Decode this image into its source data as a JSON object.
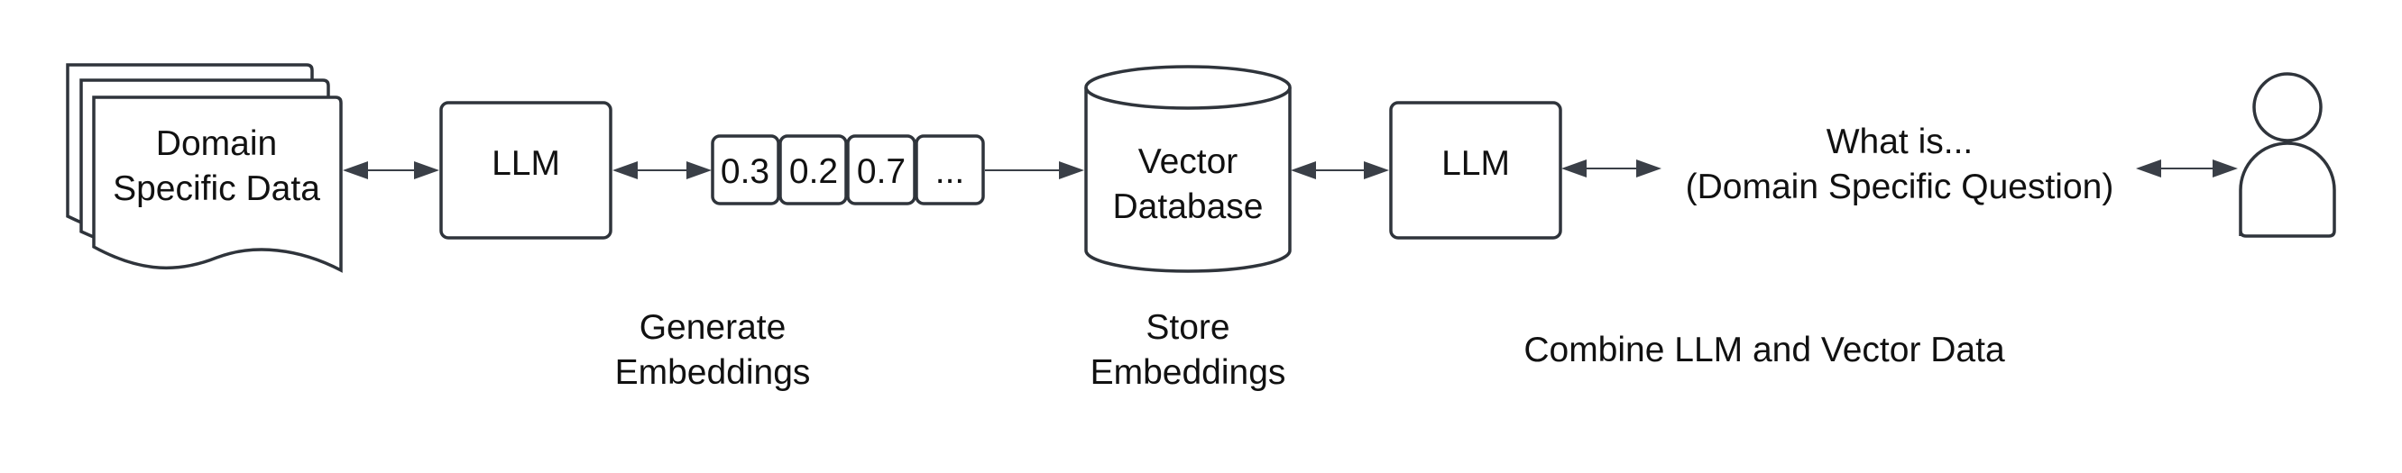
{
  "diagram": {
    "nodes": {
      "docs": {
        "label_lines": [
          "Domain",
          "Specific Data"
        ]
      },
      "llm_1": {
        "label": "LLM"
      },
      "embedding_cells": [
        "0.3",
        "0.2",
        "0.7",
        "..."
      ],
      "vector_db": {
        "label_lines": [
          "Vector",
          "Database"
        ]
      },
      "llm_2": {
        "label": "LLM"
      },
      "question": {
        "label_lines": [
          "What is...",
          "(Domain Specific Question)"
        ]
      },
      "user": {
        "icon": "user-icon"
      }
    },
    "captions": {
      "generate": [
        "Generate",
        "Embeddings"
      ],
      "store": [
        "Store",
        "Embeddings"
      ],
      "combine": "Combine LLM and Vector Data"
    },
    "colors": {
      "stroke": "#2f343b",
      "arrow": "#3a3f47",
      "text": "#111111"
    }
  }
}
